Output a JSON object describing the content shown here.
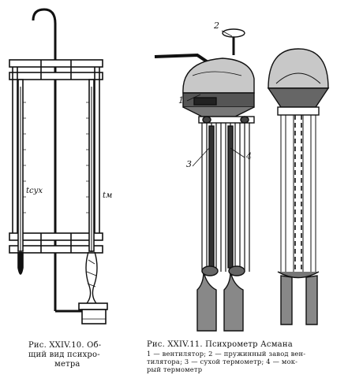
{
  "figure_left": {
    "caption_line1": "Рис.  XXIV.10.  Об-",
    "caption_line2": "щий    вид  психро-",
    "caption_line3": "метра",
    "label_dry": "tсух",
    "label_wet": "tм"
  },
  "figure_right": {
    "caption_title": "Рис.  XXIV.11.   Психрометр   Асмана",
    "caption_desc1": "1 — вентилятор;  2 — пружинный  завод  вен-",
    "caption_desc2": "тилятора;  3 — сухой  термометр;  4 — мок-",
    "caption_desc3": "рый термометр",
    "callout_1": "1",
    "callout_2": "2",
    "callout_3": "3",
    "callout_4": "4"
  }
}
